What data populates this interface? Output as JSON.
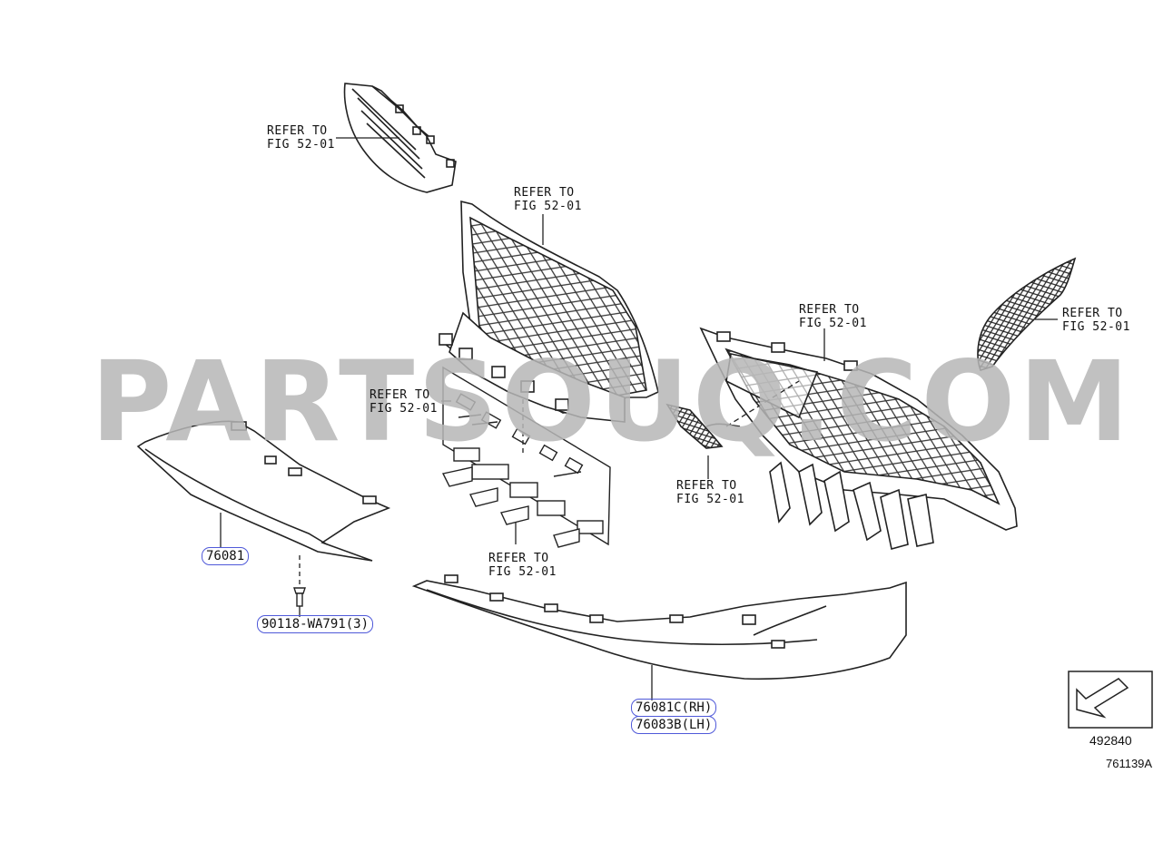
{
  "watermark": "PARTSOUQ.COM",
  "refer_labels": {
    "r1": {
      "line1": "REFER TO",
      "line2": "FIG 52-01"
    },
    "r2": {
      "line1": "REFER TO",
      "line2": "FIG 52-01"
    },
    "r3": {
      "line1": "REFER TO",
      "line2": "FIG 52-01"
    },
    "r4": {
      "line1": "REFER TO",
      "line2": "FIG 52-01"
    },
    "r5": {
      "line1": "REFER TO",
      "line2": "FIG 52-01"
    },
    "r6": {
      "line1": "REFER TO",
      "line2": "FIG 52-01"
    },
    "r7": {
      "line1": "REFER TO",
      "line2": "FIG 52-01"
    }
  },
  "part_numbers": {
    "p76081": "76081",
    "p90118": "90118-WA791(3)",
    "p76081c": "76081C(RH)",
    "p76083b": "76083B(LH)"
  },
  "arrow_box_code": "492840",
  "figure_code": "761139A",
  "colors": {
    "callout_outline": "#4f59d9",
    "watermark": "#b7b7b7",
    "line": "#222222"
  }
}
